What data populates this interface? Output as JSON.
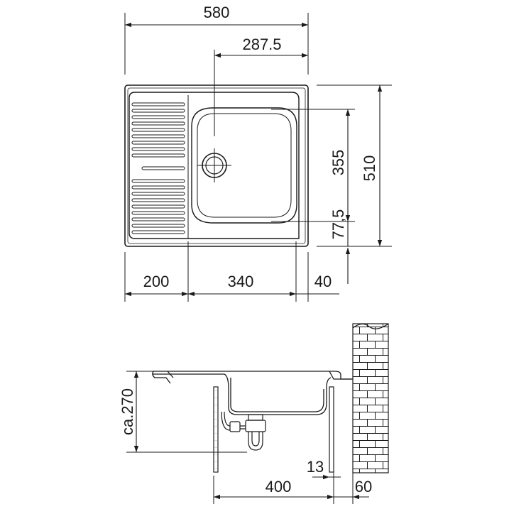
{
  "top_view": {
    "overall_width": "580",
    "waste_offset": "287.5",
    "bowl_depth": "355",
    "overall_depth": "510",
    "rear_offset": "77,5",
    "drainer_width": "200",
    "bowl_width": "340",
    "edge_width": "40"
  },
  "side_view": {
    "height": "ca.270",
    "wall_gap": "13",
    "cabinet_width": "400",
    "wall_offset": "60"
  }
}
